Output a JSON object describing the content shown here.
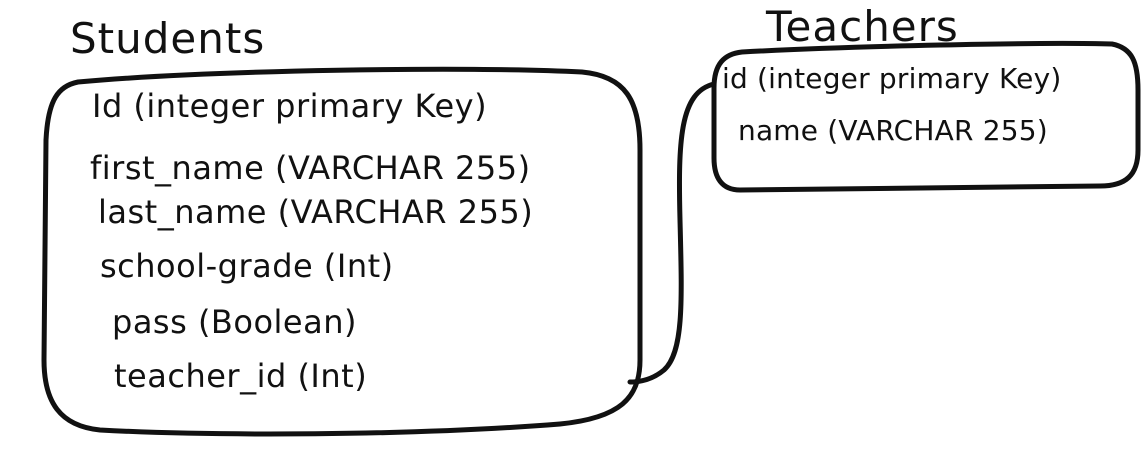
{
  "diagram": {
    "students": {
      "title": "Students",
      "fields": [
        "Id (integer primary Key)",
        "first_name (VARCHAR 255)",
        "last_name (VARCHAR 255)",
        "school-grade (Int)",
        "pass (Boolean)",
        "teacher_id (Int)"
      ]
    },
    "teachers": {
      "title": "Teachers",
      "fields": [
        "id (integer primary Key)",
        "name (VARCHAR 255)"
      ]
    },
    "stroke_color": "#111111",
    "background_color": "#ffffff"
  }
}
